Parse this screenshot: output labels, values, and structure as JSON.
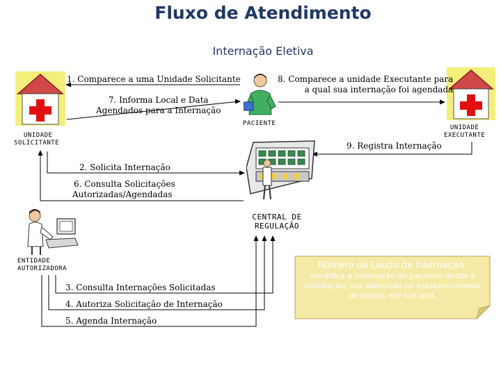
{
  "title": "Fluxo de Atendimento",
  "subtitle": "Internação Eletiva",
  "entities": {
    "unidade_solicitante": [
      "UNIDADE",
      "SOLICITANTE"
    ],
    "unidade_executante": [
      "UNIDADE",
      "EXECUTANTE"
    ],
    "paciente": "PACIENTE",
    "central": [
      "CENTRAL DE",
      "REGULAÇÃO"
    ],
    "entidade_autorizadora": [
      "ENTIDADE",
      "AUTORIZADORA"
    ]
  },
  "steps": {
    "s1": "1. Comparece a uma Unidade Solicitante",
    "s2": "2. Solicita Internação",
    "s3": "3. Consulta Internações Solicitadas",
    "s4": "4. Autoriza Solicitação de Internação",
    "s5": "5. Agenda Internação",
    "s6": [
      "6. Consulta Solicitações",
      "Autorizadas/Agendadas"
    ],
    "s7": [
      "7. Informa Local e Data",
      "Agendados para a Internação"
    ],
    "s8": [
      "8. Comparece a unidade Executante para",
      "a qual sua internação foi agendada"
    ],
    "s9": "9. Registra Internação"
  },
  "note": {
    "title": "Número do Laudo da Internação:",
    "body": [
      "Identifica a internação do paciente desde a",
      "solicitação, sua admissão no estabelecimento",
      "de saúde, até sua alta."
    ]
  },
  "colors": {
    "title": "#1f3864",
    "note_fill": "#f5e9a6",
    "hospital_bg": "#f4ef7a",
    "hospital_roof": "#d04848",
    "cross": "#e01010"
  }
}
